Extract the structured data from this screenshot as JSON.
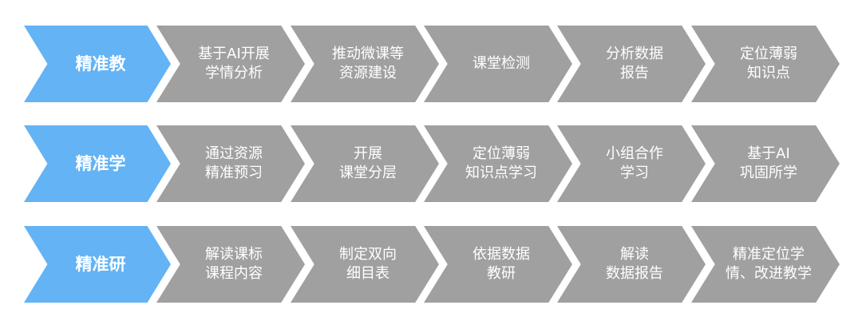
{
  "colors": {
    "lead": "#63B3F5",
    "step": "#A0A0A0"
  },
  "rows": [
    {
      "title": "精准教",
      "steps": [
        "基于AI开展\n学情分析",
        "推动微课等\n资源建设",
        "课堂检测",
        "分析数据\n报告",
        "定位薄弱\n知识点"
      ]
    },
    {
      "title": "精准学",
      "steps": [
        "通过资源\n精准预习",
        "开展\n课堂分层",
        "定位薄弱\n知识点学习",
        "小组合作\n学习",
        "基于AI\n巩固所学"
      ]
    },
    {
      "title": "精准研",
      "steps": [
        "解读课标\n课程内容",
        "制定双向\n细目表",
        "依据数据\n教研",
        "解读\n数据报告",
        "精准定位学\n情、改进教学"
      ]
    }
  ]
}
